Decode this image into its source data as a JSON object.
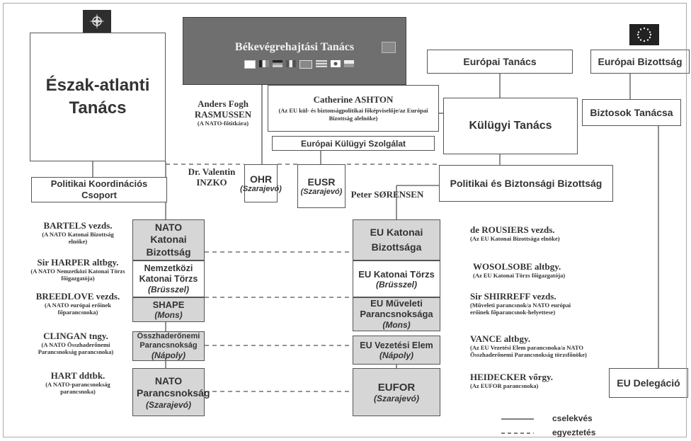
{
  "boxes": {
    "north_atlantic_council": "Észak-atlanti Tanács",
    "political_coordination_group": "Politikai Koordinációs Csoport",
    "peace_council": "Békevégrehajtási Tanács",
    "european_council": "Európai Tanács",
    "european_commission": "Európai Bizottság",
    "commissioners_college": "Biztosok Tanácsa",
    "foreign_affairs_council": "Külügyi Tanács",
    "eeas": "Európai Külügyi Szolgálat",
    "pss_committee": "Politikai és Biztonsági Bizottság",
    "ohr": {
      "title": "OHR",
      "sub": "(Szarajevó)"
    },
    "eusr": {
      "title": "EUSR",
      "sub": "(Szarajevó)"
    },
    "nato_military_committee": "NATO Katonai Bizottság",
    "intl_military_staff": {
      "title": "Nemzetközi Katonai Törzs",
      "sub": "(Brüsszel)"
    },
    "shape": {
      "title": "SHAPE",
      "sub": "(Mons)"
    },
    "joint_force_command": {
      "title": "Összhaderőnemi Parancsnokság",
      "sub": "(Nápoly)"
    },
    "nato_hq": {
      "title": "NATO Parancsnokság",
      "sub": "(Szarajevó)"
    },
    "eu_military_committee": "EU Katonai Bizottsága",
    "eu_military_staff": {
      "title": "EU Katonai Törzs",
      "sub": "(Brüsszel)"
    },
    "eu_ops_hq": {
      "title": "EU Műveleti Parancsnoksága",
      "sub": "(Mons)"
    },
    "eu_command_element": {
      "title": "EU Vezetési Elem",
      "sub": "(Nápoly)"
    },
    "eufor": {
      "title": "EUFOR",
      "sub": "(Szarajevó)"
    },
    "eu_delegation": "EU Delegáció"
  },
  "ashton": {
    "name": "Catherine ASHTON",
    "role": "(Az EU kül- és biztonságpolitikai főképviselője/az Európai Bizottság alelnöke)"
  },
  "people": {
    "rasmussen": {
      "name": "Anders Fogh RASMUSSEN",
      "role": "(A NATO-főtitkára)"
    },
    "inzko": {
      "name": "Dr. Valentin INZKO"
    },
    "sorensen": {
      "name": "Peter SØRENSEN"
    },
    "bartels": {
      "name": "BARTELS vezds.",
      "role": "(A NATO Katonai Bizottság elnöke)"
    },
    "harper": {
      "name": "Sir HARPER altbgy.",
      "role": "(A NATO Nemzetközi Katonai Törzs főigazgatója)"
    },
    "breedlove": {
      "name": "BREEDLOVE vezds.",
      "role": "(A NATO európai erőinek főparancsnoka)"
    },
    "clingan": {
      "name": "CLINGAN tngy.",
      "role": "(A NATO Összhaderőnemi Parancsnokság parancsnoka)"
    },
    "hart": {
      "name": "HART ddtbk.",
      "role": "(A NATO-parancsnokság parancsnoka)"
    },
    "rousiers": {
      "name": "de ROUSIERS vezds.",
      "role": "(Az EU Katonai Bizottsága elnöke)"
    },
    "wosolsobe": {
      "name": "WOSOLSOBE altbgy.",
      "role": "(Az EU Katonai Törzs főigazgatója)"
    },
    "shirreff": {
      "name": "Sir SHIRREFF vezds.",
      "role": "(Műveleti parancsnok/a NATO európai erőinek főparancsnok-helyettese)"
    },
    "vance": {
      "name": "VANCE altbgy.",
      "role": "(Az EU Vezetési Elem parancsnoka/a NATO Összhaderőnemi Parancsnokság törzsfőnöke)"
    },
    "heidecker": {
      "name": "HEIDECKER vőrgy.",
      "role": "(Az EUFOR parancsnoka)"
    }
  },
  "legend": {
    "solid": "cselekvés",
    "dashed": "egyeztetés"
  },
  "icons": {
    "nato_flag": "nato-compass-flag-icon",
    "eu_flag": "eu-stars-flag-icon",
    "member_flags": "country-flags-icon"
  },
  "colors": {
    "peace_council_bg": "#6f6f6f",
    "shaded_box": "#d6d6d6",
    "line": "#555555"
  }
}
